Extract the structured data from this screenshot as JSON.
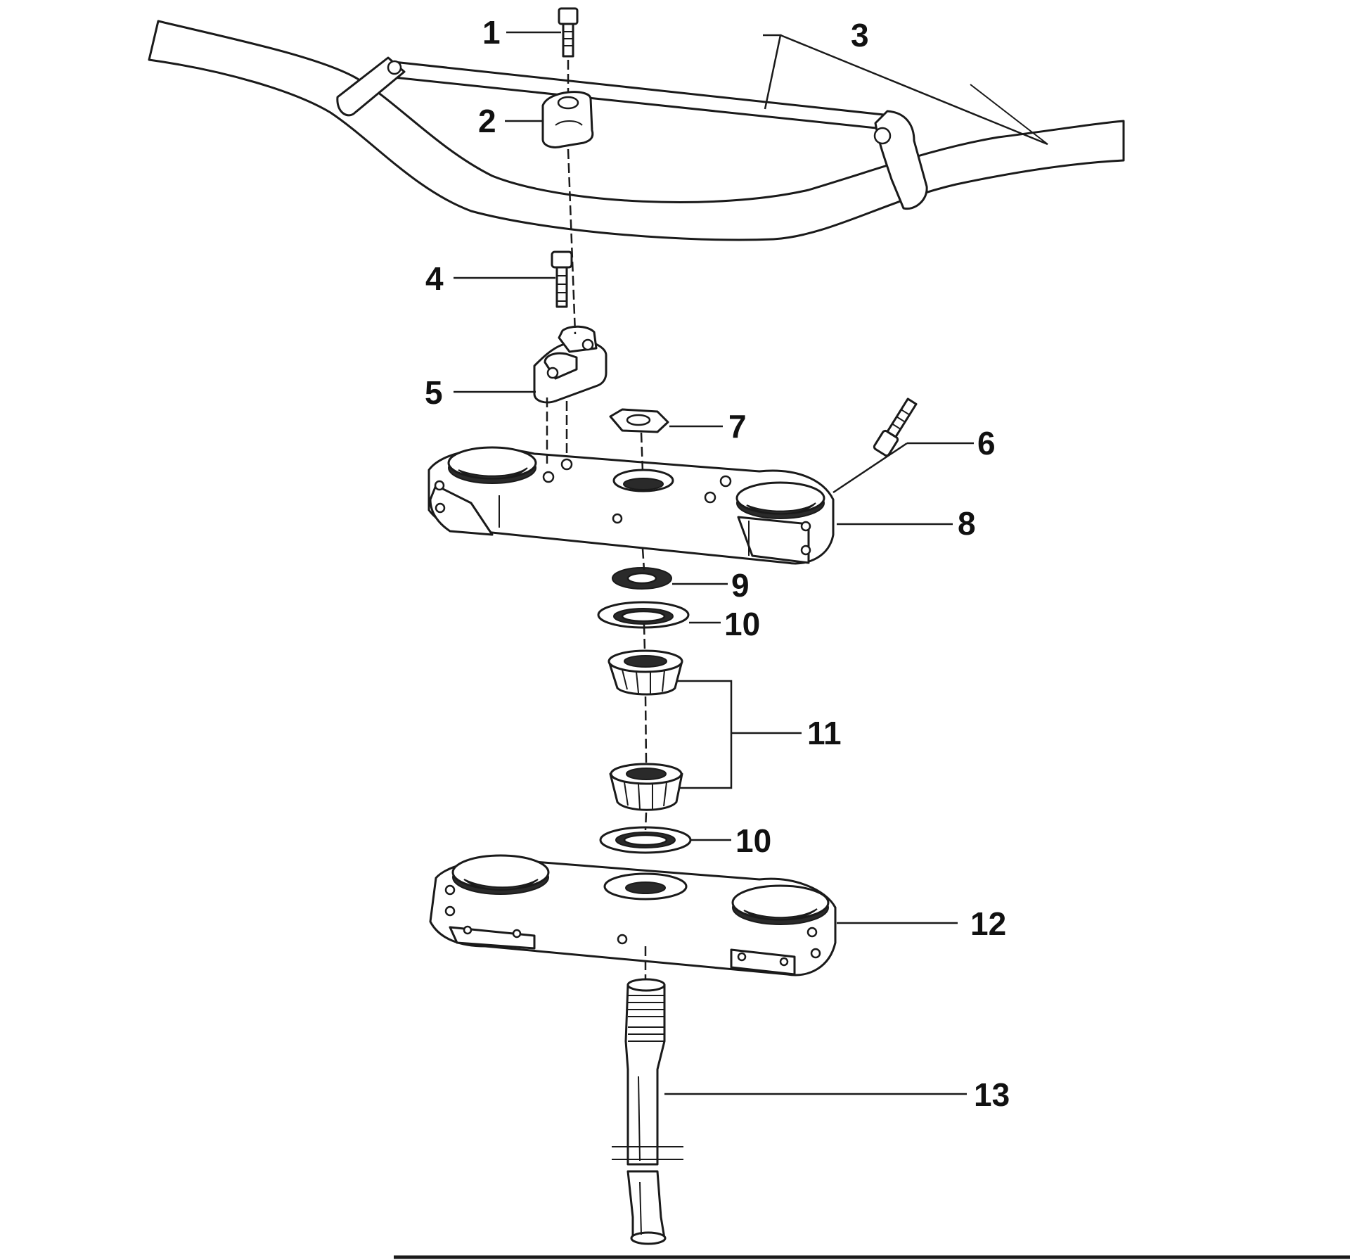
{
  "diagram": {
    "callouts": [
      {
        "id": "1",
        "label": "1"
      },
      {
        "id": "2",
        "label": "2"
      },
      {
        "id": "3",
        "label": "3"
      },
      {
        "id": "4",
        "label": "4"
      },
      {
        "id": "5",
        "label": "5"
      },
      {
        "id": "6",
        "label": "6"
      },
      {
        "id": "7",
        "label": "7"
      },
      {
        "id": "8",
        "label": "8"
      },
      {
        "id": "9",
        "label": "9"
      },
      {
        "id": "10a",
        "label": "10"
      },
      {
        "id": "10b",
        "label": "10"
      },
      {
        "id": "11",
        "label": "11"
      },
      {
        "id": "12",
        "label": "12"
      },
      {
        "id": "13",
        "label": "13"
      }
    ],
    "colors": {
      "ink": "#1a1a1a",
      "paper": "#ffffff"
    }
  }
}
